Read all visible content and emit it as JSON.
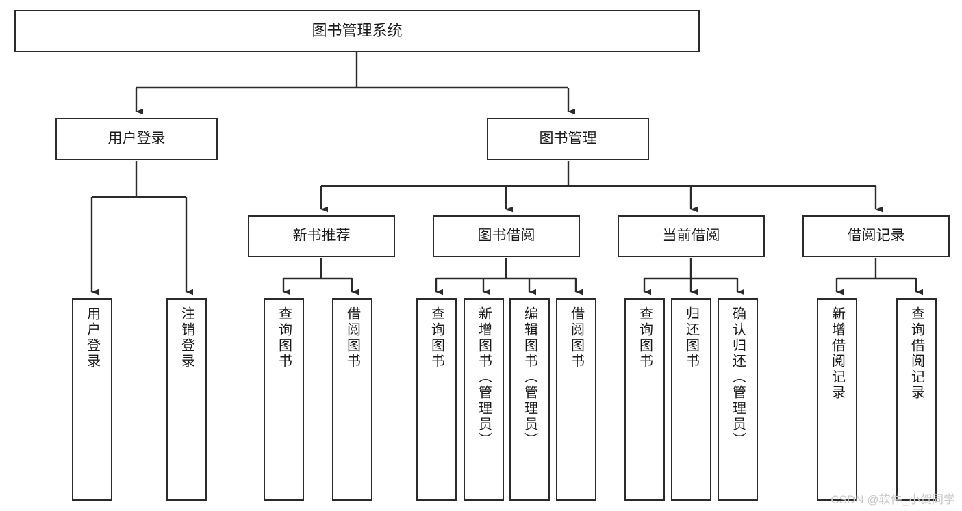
{
  "diagram": {
    "title": "图书管理系统",
    "type": "tree",
    "watermark": "CSDN @软件_小贺同学",
    "colors": {
      "box_border": "#2b2b2b",
      "box_fill": "#ffffff",
      "connector": "#2b2b2b",
      "text": "#1a1a1a",
      "watermark": "#c9c9c9",
      "background": "#ffffff"
    },
    "levels": {
      "root": "图书管理系统",
      "level2": [
        "用户登录",
        "图书管理"
      ],
      "level3": [
        "新书推荐",
        "图书借阅",
        "当前借阅",
        "借阅记录"
      ]
    },
    "nodes": {
      "root": {
        "label": "图书管理系统"
      },
      "user_login": {
        "label": "用户登录"
      },
      "book_manage": {
        "label": "图书管理"
      },
      "new_book_rec": {
        "label": "新书推荐"
      },
      "book_borrow": {
        "label": "图书借阅"
      },
      "current_borrow": {
        "label": "当前借阅"
      },
      "borrow_record": {
        "label": "借阅记录"
      },
      "leaf_user_login": {
        "label": "用户登录"
      },
      "leaf_user_logout": {
        "label": "注销登录"
      },
      "leaf_query_book_1": {
        "label": "查询图书"
      },
      "leaf_borrow_book_1": {
        "label": "借阅图书"
      },
      "leaf_query_book_2": {
        "label": "查询图书"
      },
      "leaf_add_book": {
        "label": "新增图书（管理员）"
      },
      "leaf_edit_book": {
        "label": "编辑图书（管理员）"
      },
      "leaf_borrow_book_2": {
        "label": "借阅图书"
      },
      "leaf_query_book_3": {
        "label": "查询图书"
      },
      "leaf_return_book": {
        "label": "归还图书"
      },
      "leaf_confirm_return": {
        "label": "确认归还（管理员）"
      },
      "leaf_add_record": {
        "label": "新增借阅记录"
      },
      "leaf_query_record": {
        "label": "查询借阅记录"
      }
    },
    "edges": [
      {
        "from": "root",
        "to": "user_login"
      },
      {
        "from": "root",
        "to": "book_manage"
      },
      {
        "from": "user_login",
        "to": "leaf_user_login"
      },
      {
        "from": "user_login",
        "to": "leaf_user_logout"
      },
      {
        "from": "book_manage",
        "to": "new_book_rec"
      },
      {
        "from": "book_manage",
        "to": "book_borrow"
      },
      {
        "from": "book_manage",
        "to": "current_borrow"
      },
      {
        "from": "book_manage",
        "to": "borrow_record"
      },
      {
        "from": "new_book_rec",
        "to": "leaf_query_book_1"
      },
      {
        "from": "new_book_rec",
        "to": "leaf_borrow_book_1"
      },
      {
        "from": "book_borrow",
        "to": "leaf_query_book_2"
      },
      {
        "from": "book_borrow",
        "to": "leaf_add_book"
      },
      {
        "from": "book_borrow",
        "to": "leaf_edit_book"
      },
      {
        "from": "book_borrow",
        "to": "leaf_borrow_book_2"
      },
      {
        "from": "current_borrow",
        "to": "leaf_query_book_3"
      },
      {
        "from": "current_borrow",
        "to": "leaf_return_book"
      },
      {
        "from": "current_borrow",
        "to": "leaf_confirm_return"
      },
      {
        "from": "borrow_record",
        "to": "leaf_add_record"
      },
      {
        "from": "borrow_record",
        "to": "leaf_query_record"
      }
    ]
  }
}
